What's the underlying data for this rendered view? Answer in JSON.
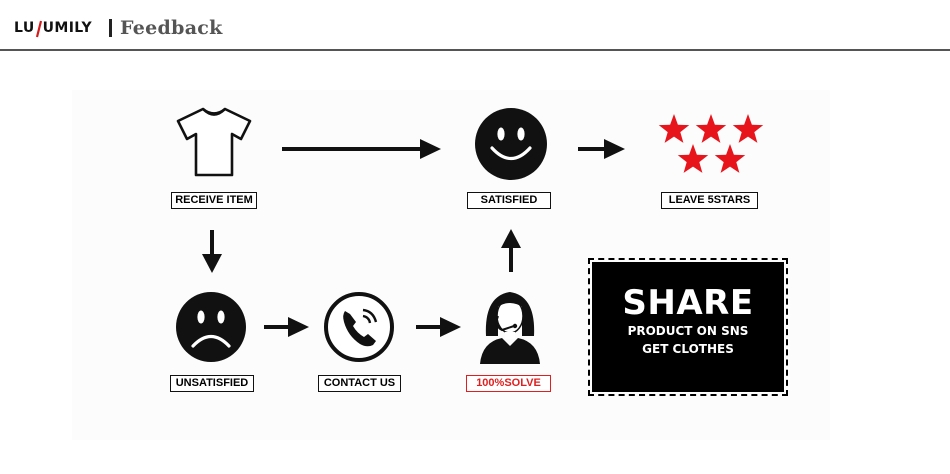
{
  "header": {
    "brand_left": "LU",
    "brand_right": "UMILY",
    "section_title": "Feedback"
  },
  "flow": {
    "receive_item": "RECEIVE ITEM",
    "satisfied": "SATISFIED",
    "leave_stars": "LEAVE 5STARS",
    "unsatisfied": "UNSATISFIED",
    "contact_us": "CONTACT US",
    "solve": "100%SOLVE"
  },
  "share": {
    "title": "SHARE",
    "line1": "PRODUCT ON SNS",
    "line2": "GET CLOTHES"
  },
  "colors": {
    "star": "#e8141c",
    "solve_label": "#e02020",
    "brand_slash": "#d41a1a"
  }
}
